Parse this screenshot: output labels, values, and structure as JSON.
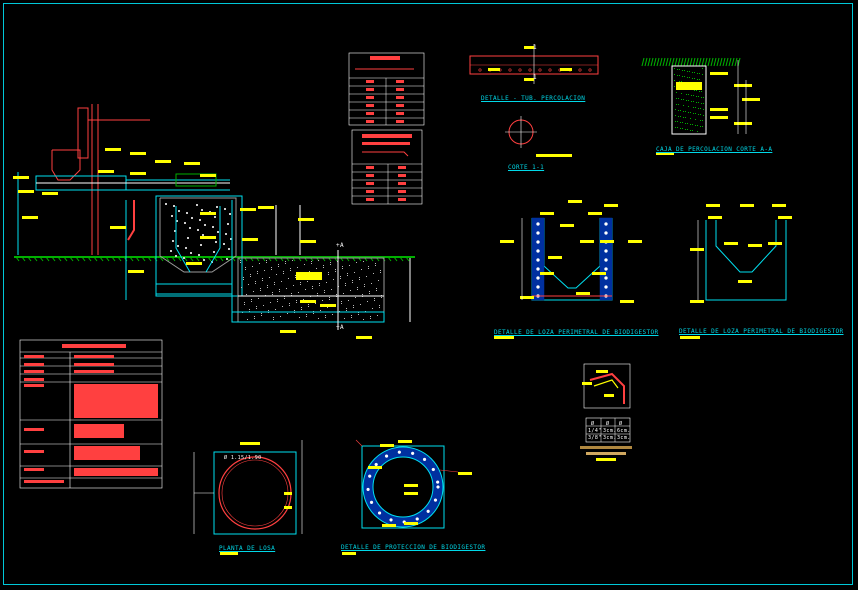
{
  "drawing": {
    "border_color": "#00c8d8",
    "line_colors": {
      "outline": "#00e0f0",
      "ground": "#00b000",
      "rebar": "#ff2020",
      "tags": "#ffff00",
      "pipe": "#ff4040",
      "grey": "#9a9a9a"
    }
  },
  "titles": {
    "percolation_detail": "DETALLE - TUB. PERCOLACION",
    "section_1_1": "CORTE 1-1",
    "percolation_box": "CAJA DE PERCOLACION CORTE A-A",
    "slab_detail_1": "DETALLE DE LOZA PERIMETRAL DE BIODIGESTOR",
    "slab_detail_2": "DETALLE DE LOZA PERIMETRAL DE BIODIGESTOR",
    "slab_plan": "PLANTA DE LOSA",
    "protection_detail": "DETALLE DE PROTECCION DE BIODIGESTOR"
  },
  "tags": {
    "slab_plan_dim": "Ø 1.15/1.90",
    "section_marker": "1",
    "tank_marker": "+A",
    "rebar_table_col": "Ø",
    "rebar_sizes": [
      "1/4\"",
      "3/8\""
    ],
    "rebar_lengths": [
      "3cm.",
      "3cm."
    ],
    "rebar_spacings": [
      "6cm.",
      "3cm."
    ]
  }
}
